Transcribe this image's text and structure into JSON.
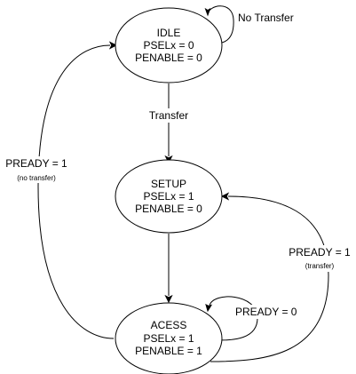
{
  "states": {
    "idle": {
      "name": "IDLE",
      "psel": "PSELx = 0",
      "penable": "PENABLE = 0"
    },
    "setup": {
      "name": "SETUP",
      "psel": "PSELx = 1",
      "penable": "PENABLE = 0"
    },
    "access": {
      "name": "ACESS",
      "psel": "PSELx = 1",
      "penable": "PENABLE = 1"
    }
  },
  "transitions": {
    "idle_self": {
      "label": "No Transfer"
    },
    "idle_to_setup": {
      "label": "Transfer"
    },
    "access_to_idle": {
      "label": "PREADY = 1",
      "sublabel": "(no transfer)"
    },
    "access_to_setup": {
      "label": "PREADY = 1",
      "sublabel": "(transfer)"
    },
    "access_self": {
      "label": "PREADY = 0"
    }
  },
  "colors": {
    "stroke": "#000000",
    "fill": "#ffffff",
    "text": "#000000"
  }
}
